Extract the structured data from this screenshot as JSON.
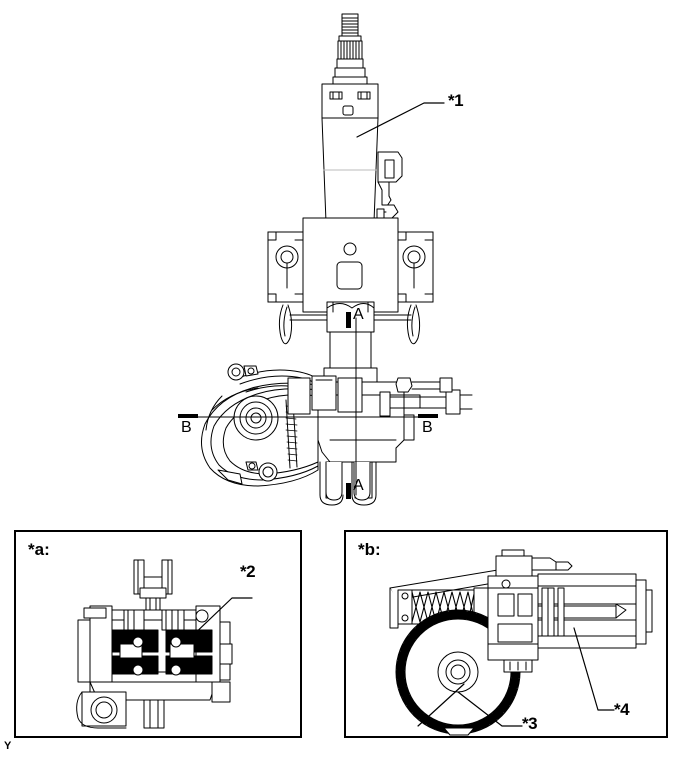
{
  "document": {
    "type": "technical-illustration",
    "subject": "Electric power steering column assembly",
    "corner_mark": "Y"
  },
  "main_view": {
    "callouts": [
      {
        "id": "c1",
        "label": "*1",
        "target": "steering column upper shaft housing"
      }
    ],
    "section_lines": [
      {
        "name": "A",
        "orientation": "vertical",
        "top_label": "A",
        "bottom_label": "A"
      },
      {
        "name": "B",
        "orientation": "horizontal",
        "left_label": "B",
        "right_label": "B"
      }
    ]
  },
  "detail_panels": [
    {
      "id": "panel_a",
      "label": "*a:",
      "description": "Cross section of steering column through section",
      "callouts": [
        {
          "id": "c2",
          "label": "*2",
          "target": "bearing and bushing assembly"
        }
      ]
    },
    {
      "id": "panel_b",
      "label": "*b:",
      "description": "Electric power steering motor and reduction gear",
      "callouts": [
        {
          "id": "c3",
          "label": "*3",
          "target": "worm wheel gear"
        },
        {
          "id": "c4",
          "label": "*4",
          "target": "electric motor"
        }
      ]
    }
  ],
  "colors": {
    "line": "#000000",
    "background": "#ffffff",
    "fill_light": "#fcfcfc",
    "fill_dark": "#000000"
  }
}
